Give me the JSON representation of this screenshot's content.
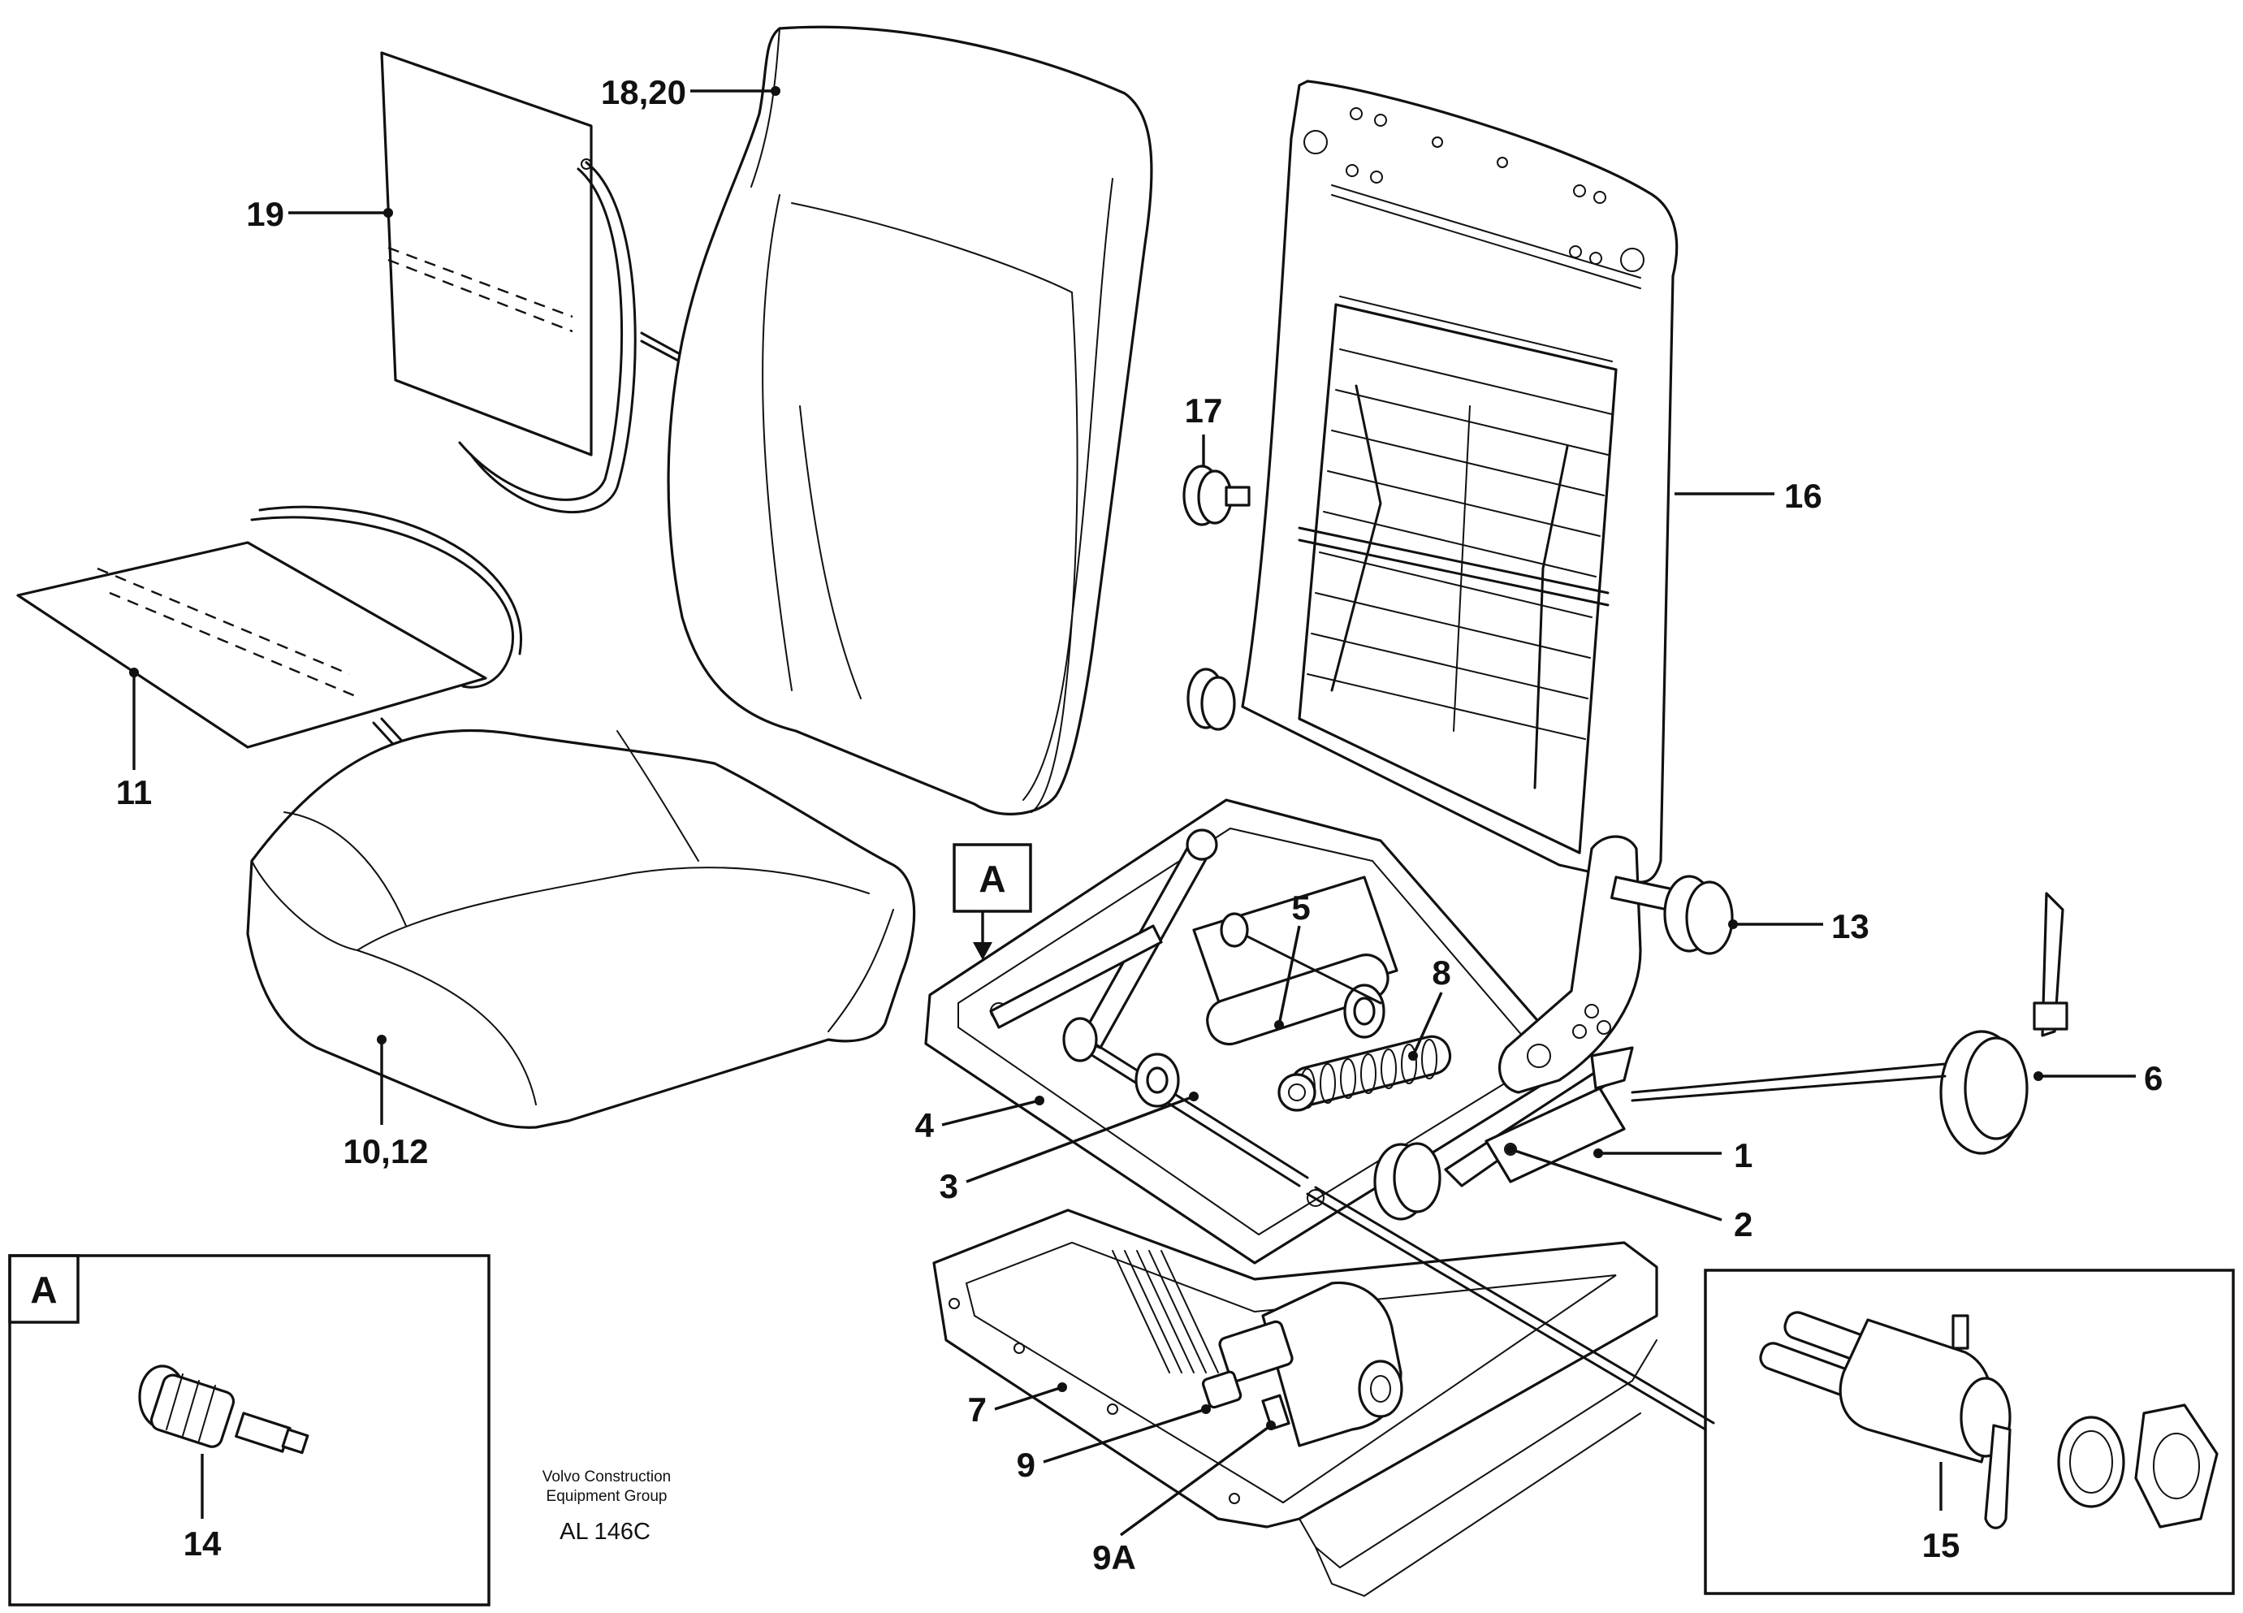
{
  "labels": {
    "l1": "1",
    "l2": "2",
    "l3": "3",
    "l4": "4",
    "l5": "5",
    "l6": "6",
    "l7": "7",
    "l8": "8",
    "l9": "9",
    "l9a": "9A",
    "l1012": "10,12",
    "l11": "11",
    "l13": "13",
    "l14": "14",
    "l15": "15",
    "l16": "16",
    "l17": "17",
    "l1820": "18,20",
    "l19": "19"
  },
  "detail_marker": "A",
  "inset_marker": "A",
  "publisher_line1": "Volvo Construction",
  "publisher_line2": "Equipment Group",
  "drawing_code": "AL 146C"
}
